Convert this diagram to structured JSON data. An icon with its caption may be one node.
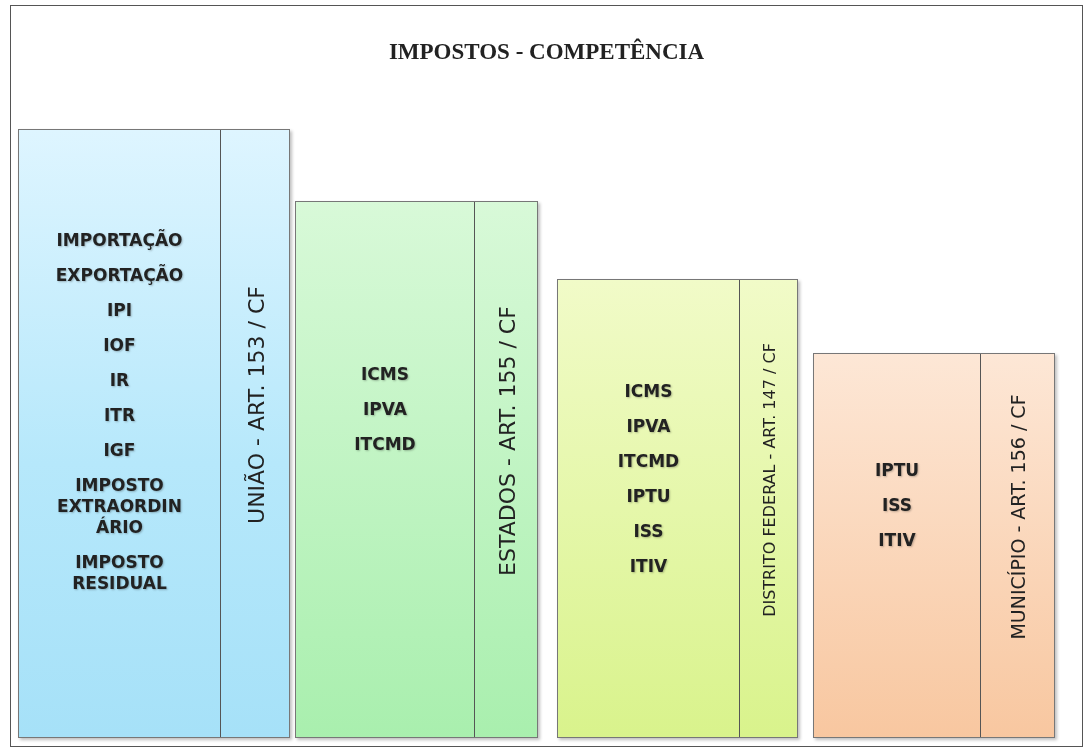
{
  "diagram": {
    "title": "IMPOSTOS - COMPETÊNCIA",
    "nodes": [
      {
        "text": [
          "IMPORTAÇÃO",
          "EXPORTAÇÃO",
          "IPI",
          "IOF",
          "IR",
          "ITR",
          "IGF",
          "IMPOSTO EXTRAORDIN ÁRIO",
          "IMPOSTO RESIDUAL",
          "UNIÃO - ART. 153 / CF"
        ]
      },
      {
        "text": [
          "ICMS",
          "IPVA",
          "ITCMD",
          "ESTADOS - ART. 155 / CF"
        ]
      },
      {
        "text": [
          "ICMS",
          "IPVA",
          "ITCMD",
          "IPTU",
          "ISS",
          "ITIV",
          "DISTRITO FEDERAL - ART. 147 / CF"
        ]
      },
      {
        "text": [
          "IPTU",
          "ISS",
          "ITIV",
          "MUNICÍPIO - ART. 156 / CF"
        ]
      }
    ],
    "edges": []
  }
}
